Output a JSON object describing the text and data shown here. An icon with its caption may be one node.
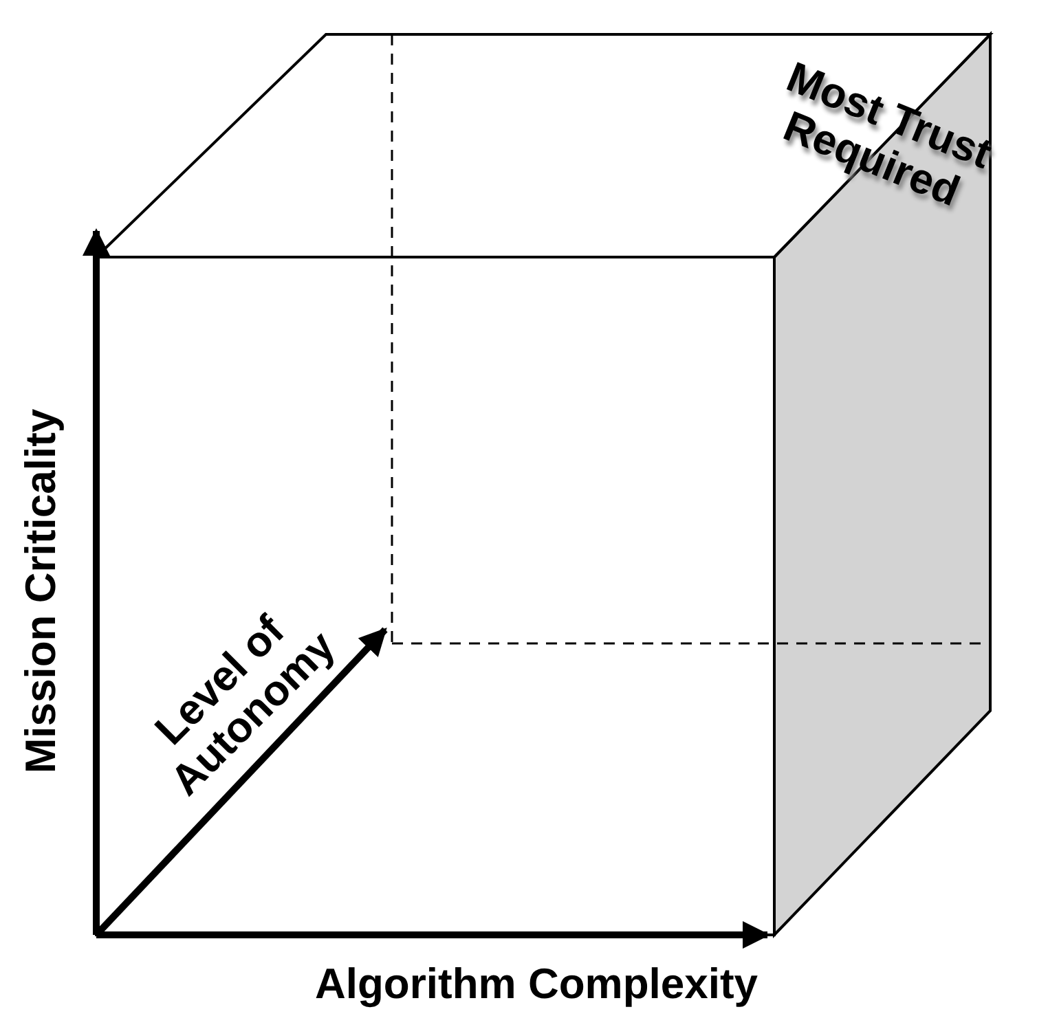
{
  "diagram": {
    "labels": [
      "Most Trust Required",
      "Mission Criticality",
      "Level of Autonomy",
      "Algorithm Complexity"
    ]
  }
}
